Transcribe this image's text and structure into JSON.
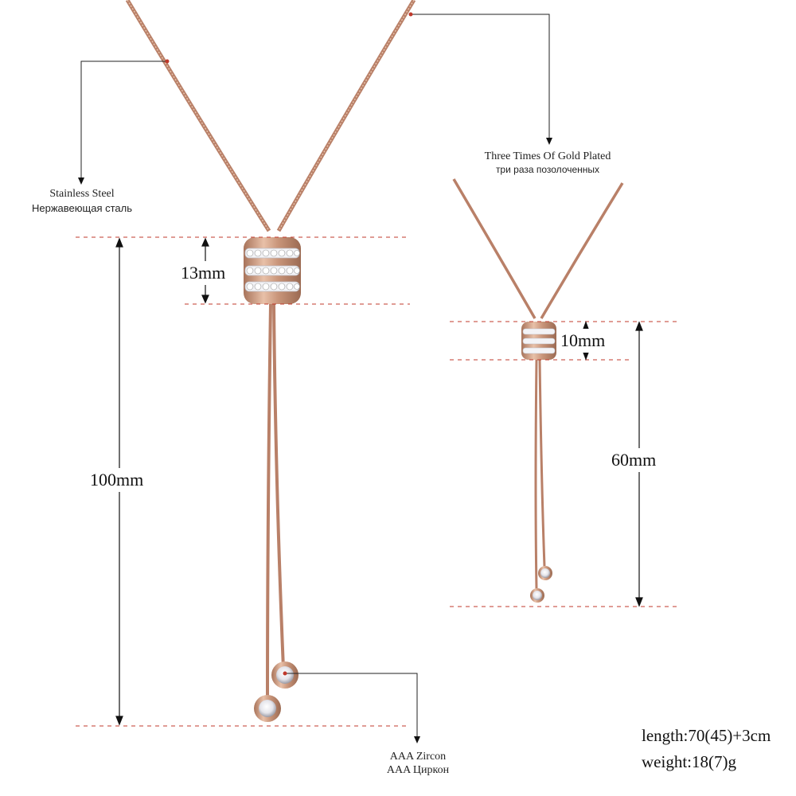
{
  "callouts": {
    "stainless_en": "Stainless Steel",
    "stainless_ru": "Нержавеющая сталь",
    "gold_en": "Three Times Of Gold Plated",
    "gold_ru": "три раза позолоченных",
    "zircon_en": "AAA Zircon",
    "zircon_ru": "AAA Циркон"
  },
  "dimensions": {
    "large_bead": "13mm",
    "large_drop": "100mm",
    "small_bead": "10mm",
    "small_drop": "60mm"
  },
  "specs": {
    "length": "length:70(45)+3cm",
    "weight": "weight:18(7)g"
  },
  "colors": {
    "chain": "#c9957a",
    "chain_shadow": "#a8735a",
    "guide_line": "#c0392b",
    "leader": "#222222",
    "crystal": "#f4f4f6",
    "background": "#ffffff"
  }
}
